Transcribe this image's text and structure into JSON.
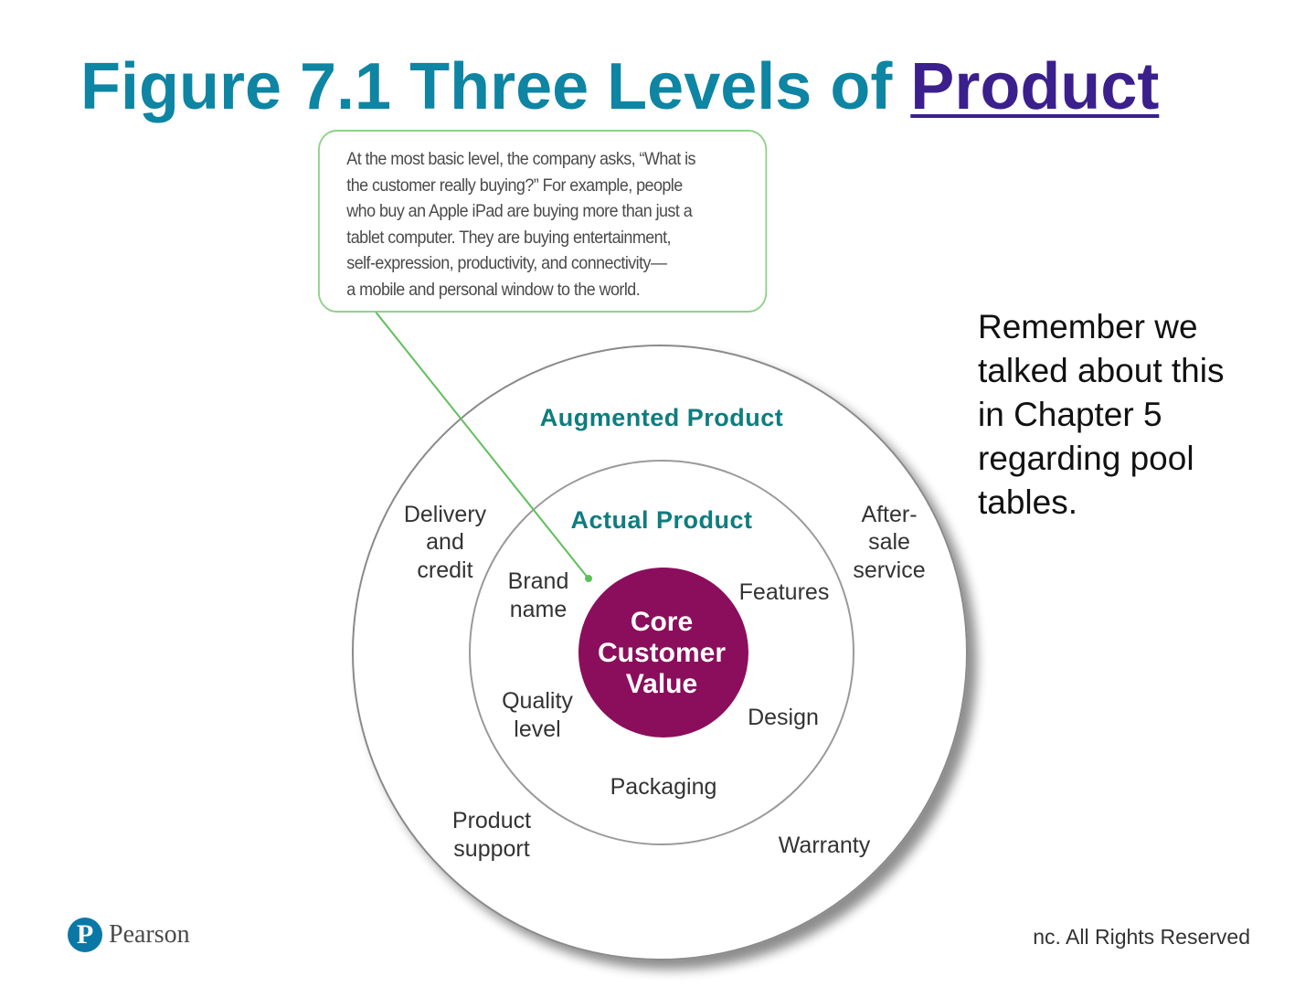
{
  "title": {
    "prefix": "Figure 7.1  Three Levels of ",
    "link_text": "Product"
  },
  "callout": {
    "lines": [
      "At the most basic level, the company asks, “What is",
      "the customer really buying?” For example, people",
      "who buy an Apple iPad are buying more than just a",
      "tablet computer. They are buying entertainment,",
      "self-expression, productivity, and connectivity—",
      "a mobile and personal window to the world."
    ]
  },
  "diagram": {
    "augmented": {
      "title": "Augmented Product",
      "delivery": [
        "Delivery",
        "and",
        "credit"
      ],
      "after_sale": [
        "After-",
        "sale",
        "service"
      ],
      "product_support": [
        "Product",
        "support"
      ],
      "warranty": "Warranty"
    },
    "actual": {
      "title": "Actual Product",
      "brand_name": [
        "Brand",
        "name"
      ],
      "features": "Features",
      "quality_level": [
        "Quality",
        "level"
      ],
      "design": "Design",
      "packaging": "Packaging"
    },
    "core": [
      "Core",
      "Customer",
      "Value"
    ]
  },
  "note": {
    "lines": [
      "Remember we",
      "talked about this",
      "in Chapter 5",
      "regarding pool",
      "tables."
    ]
  },
  "footer": {
    "logo_letter": "P",
    "logo_text": "Pearson",
    "copyright": "nc. All Rights Reserved"
  },
  "colors": {
    "title": "#0d85a3",
    "title_link": "#3b1f8c",
    "ring_title": "#0e7d7e",
    "core_fill": "#8b0e5c",
    "callout_border": "#8fd18a",
    "leader_line": "#5fbf5a"
  }
}
